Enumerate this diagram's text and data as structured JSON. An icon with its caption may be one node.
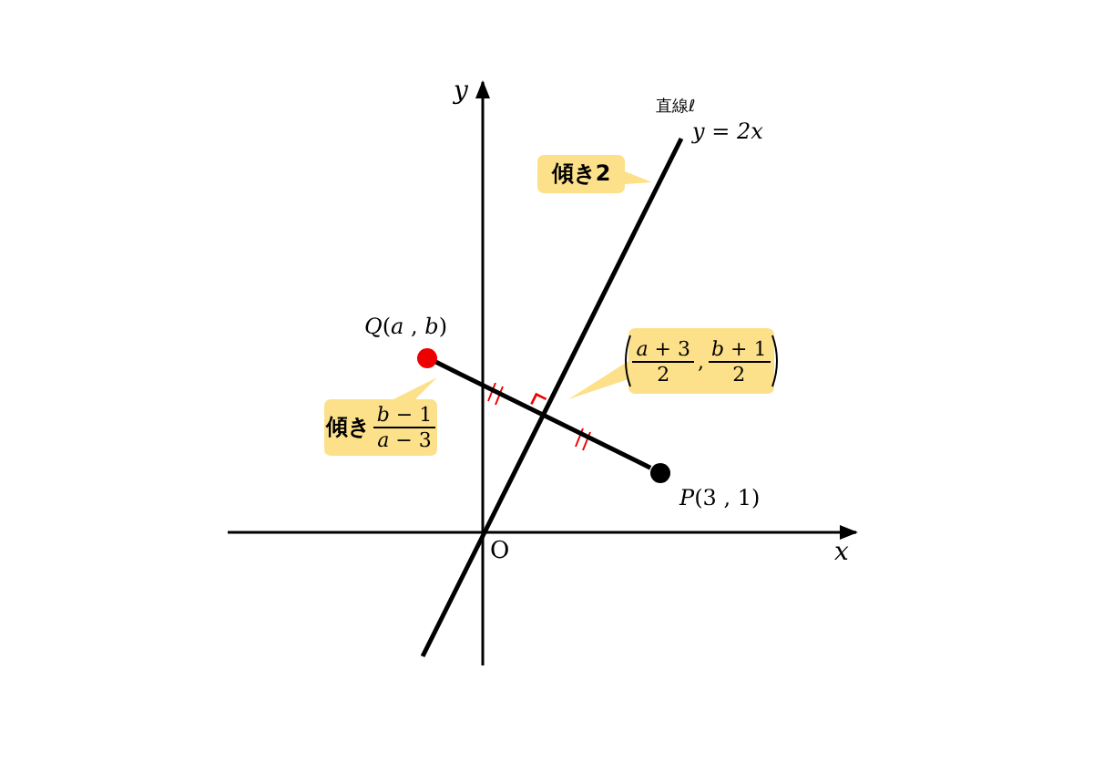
{
  "diagram": {
    "nodes": [
      {
        "text": [
          "傾き2"
        ]
      },
      {
        "text": [
          "*a* + 3",
          "2",
          ",",
          "*b* + 1",
          "2"
        ]
      },
      {
        "text": [
          "傾き",
          "*b* − 1",
          "*a* − 3"
        ]
      },
      {
        "text": [],
        "shape": "circle",
        "beside": [
          "*Q*(*a* , *b*)"
        ]
      },
      {
        "text": [],
        "shape": "circle",
        "beside": [
          "*P*(3 , 1)"
        ]
      }
    ],
    "edges": [
      {
        "from": 3,
        "to": 4,
        "arrow": "none"
      }
    ],
    "labels": [
      "*y*",
      "直線ℓ",
      "y = 2x",
      "*x*",
      "O"
    ]
  }
}
